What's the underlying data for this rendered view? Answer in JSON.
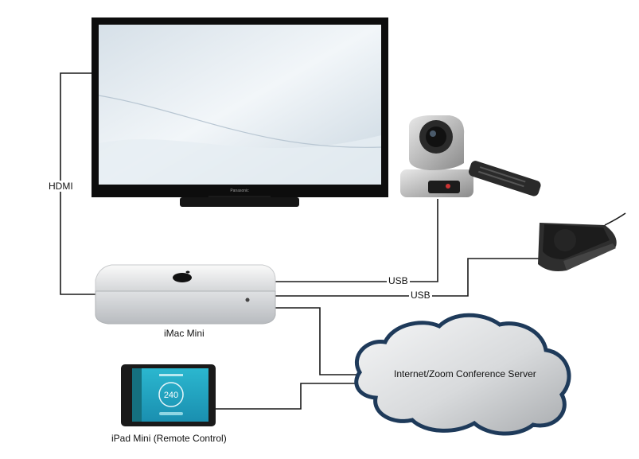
{
  "connections": {
    "hdmi": "HDMI",
    "usb_camera": "USB",
    "usb_speaker": "USB"
  },
  "devices": {
    "tv_brand": "Panasonic",
    "mac_mini": "iMac Mini",
    "ipad": "iPad Mini (Remote Control)",
    "cloud": "Internet/Zoom Conference Server",
    "ipad_screen_value": "240"
  },
  "colors": {
    "wire": "#1a1a1a",
    "cloud_stroke": "#1e3a5a",
    "screen_accent": "#1fa8c4"
  }
}
